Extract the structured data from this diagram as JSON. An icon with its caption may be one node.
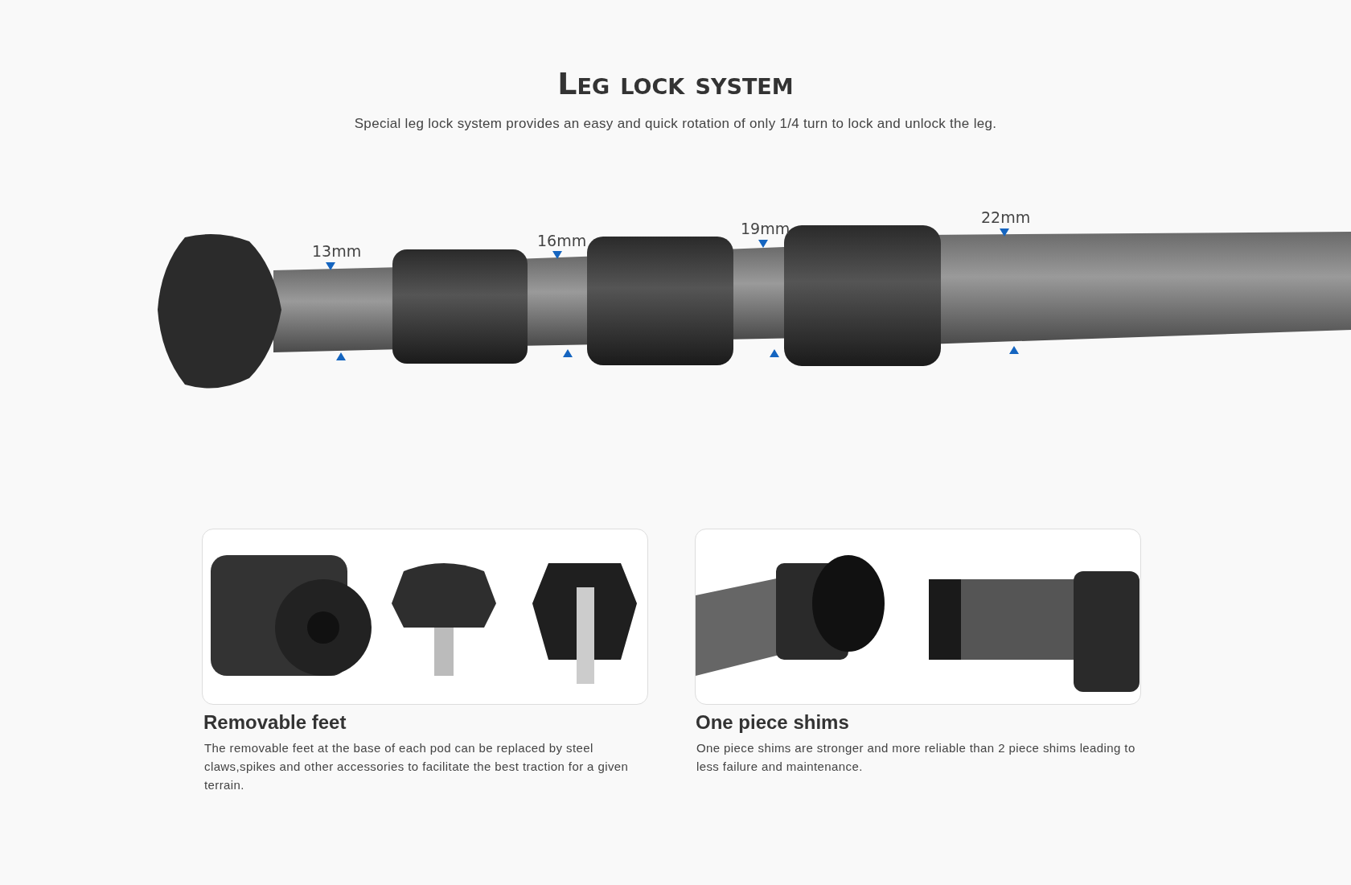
{
  "diagram": {
    "title": "Leg lock system",
    "labels": [
      "Special leg lock system provides an easy and quick rotation of only 1/4 turn to  lock and unlock the leg.",
      "13mm",
      "16mm",
      "19mm",
      "22mm",
      "Removable feet",
      "The removable feet at the base of each pod can be replaced by steel claws,spikes and other accessories to facilitate the best traction for a given terrain.",
      "One piece shims",
      "One piece shims are stronger and more reliable than 2 piece shims leading to less failure and maintenance."
    ]
  }
}
